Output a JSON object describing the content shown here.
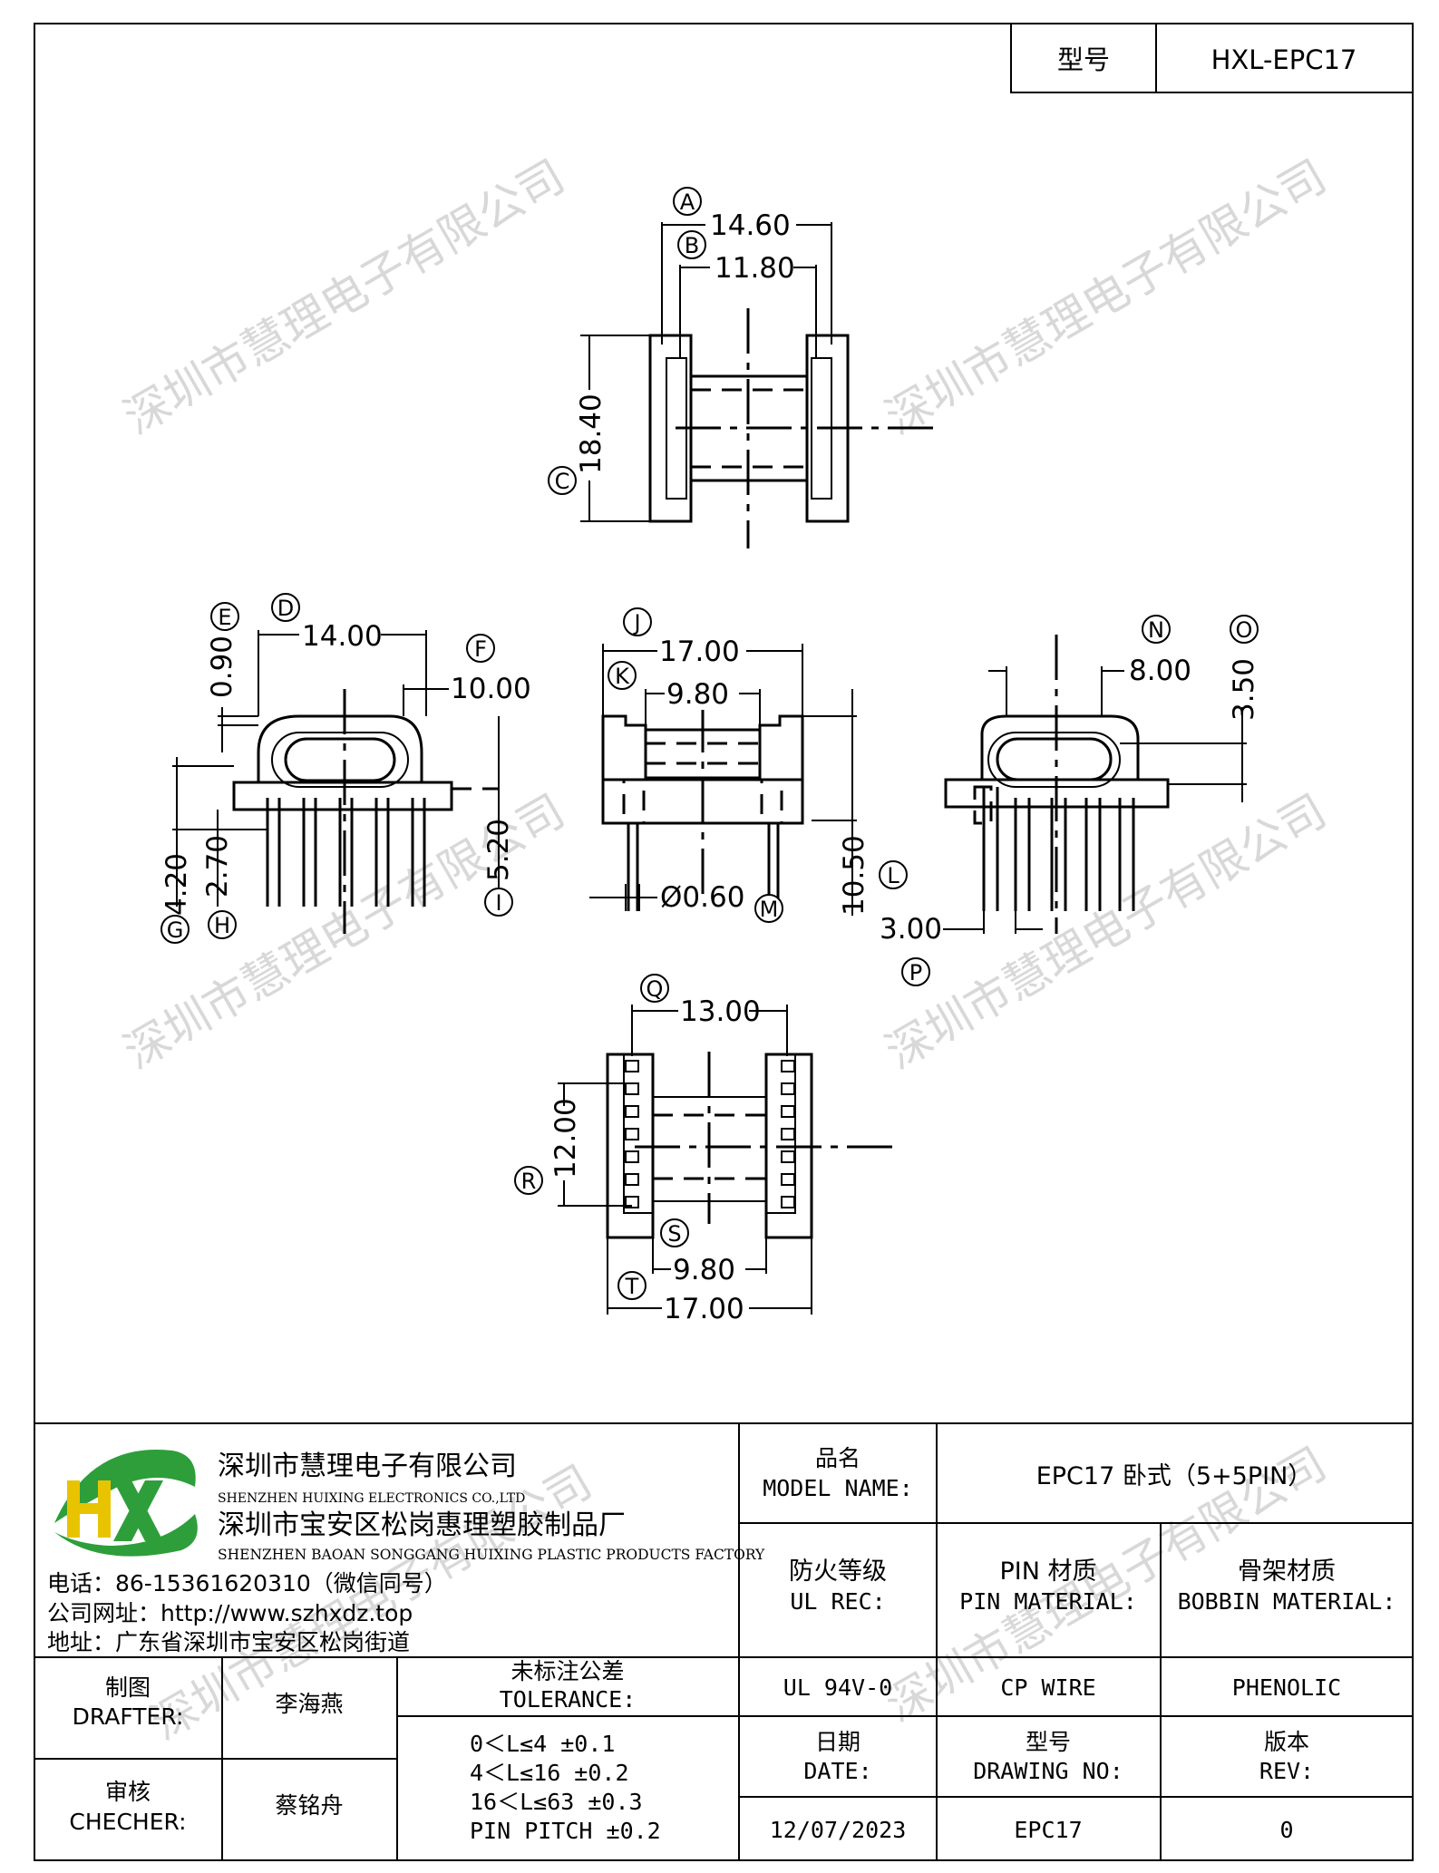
{
  "header": {
    "model_label": "型号",
    "model_value": "HXL-EPC17"
  },
  "watermark": "深圳市慧理电子有限公司",
  "balloons": [
    "A",
    "B",
    "C",
    "D",
    "E",
    "F",
    "G",
    "H",
    "I",
    "J",
    "K",
    "L",
    "M",
    "N",
    "O",
    "P",
    "Q",
    "R",
    "S",
    "T"
  ],
  "dims": {
    "A": "14.60",
    "B": "11.80",
    "C": "18.40",
    "D": "14.00",
    "E": "0.90",
    "F": "10.00",
    "G": "4.20",
    "H": "2.70",
    "I": "5.20",
    "J": "17.00",
    "K": "9.80",
    "L": "10.50",
    "M": "Ø0.60",
    "N": "8.00",
    "O": "3.50",
    "P": "3.00",
    "Q": "13.00",
    "R": "12.00",
    "S": "9.80",
    "T": "17.00"
  },
  "company": {
    "logo_text": "HX",
    "name_cn": "深圳市慧理电子有限公司",
    "name_en": "SHENZHEN HUIXING ELECTRONICS CO.,LTD",
    "factory_cn": "深圳市宝安区松岗惠理塑胶制品厂",
    "factory_en": "SHENZHEN BAOAN SONGGANG HUIXING PLASTIC PRODUCTS FACTORY",
    "phone": "电话：86-15361620310（微信同号）",
    "website": "公司网址：http://www.szhxdz.top",
    "address": "地址：广东省深圳市宝安区松岗街道"
  },
  "titleblock": {
    "model_name_cn": "品名",
    "model_name_en": "MODEL NAME:",
    "model_name_value": "EPC17 卧式（5+5PIN）",
    "fire_cn": "防火等级",
    "fire_en": "UL REC:",
    "pin_cn": "PIN 材质",
    "pin_en": "PIN MATERIAL:",
    "bobbin_cn": "骨架材质",
    "bobbin_en": "BOBBIN MATERIAL:",
    "fire_value": "UL 94V-0",
    "pin_value": "CP WIRE",
    "bobbin_value": "PHENOLIC",
    "drafter_cn": "制图",
    "drafter_en": "DRAFTER:",
    "drafter_value": "李海燕",
    "checker_cn": "审核",
    "checker_en": "CHECHER:",
    "checker_value": "蔡铭舟",
    "tol_cn": "未标注公差",
    "tol_en": "TOLERANCE:",
    "tol_lines": [
      "0＜L≤4   ±0.1",
      "4＜L≤16  ±0.2",
      "16＜L≤63 ±0.3",
      "PIN PITCH ±0.2"
    ],
    "date_cn": "日期",
    "date_en": "DATE:",
    "date_value": "12/07/2023",
    "drawing_cn": "型号",
    "drawing_en": "DRAWING NO:",
    "drawing_value": "EPC17",
    "rev_cn": "版本",
    "rev_en": "REV:",
    "rev_value": "0"
  },
  "colors": {
    "logo_green": "#2e9e3a",
    "logo_yellow": "#e8c400",
    "watermark": "#d8d8d8"
  }
}
